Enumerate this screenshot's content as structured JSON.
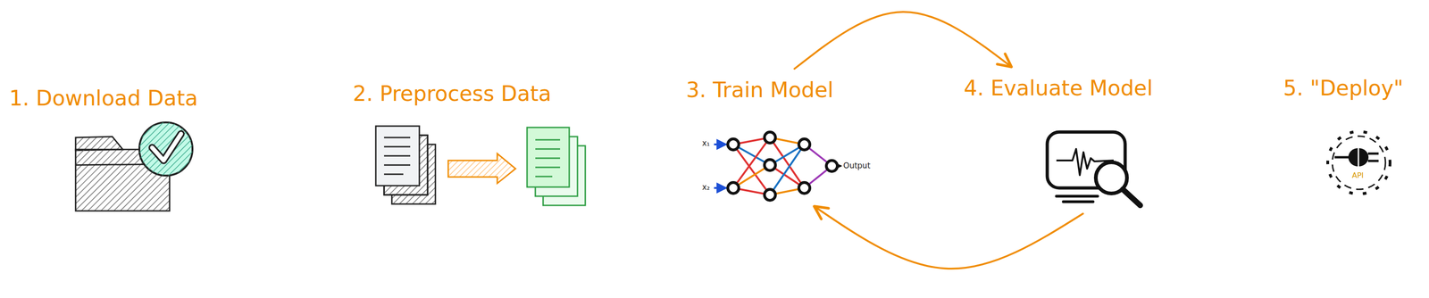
{
  "diagram": {
    "nodes": [
      {
        "text": [
          "1. Download Data"
        ]
      },
      {
        "text": [
          "2. Preprocess Data"
        ]
      },
      {
        "text": [
          "3. Train Model"
        ]
      },
      {
        "text": [
          "4. Evaluate Model"
        ]
      },
      {
        "text": [
          "5. \"Deploy\""
        ]
      }
    ],
    "edges": [
      {
        "from": 2,
        "to": 3,
        "arrow": "to"
      },
      {
        "from": 3,
        "to": 2,
        "arrow": "to"
      }
    ],
    "labels": [
      "x₁",
      "x₂",
      "Output",
      "API"
    ]
  }
}
